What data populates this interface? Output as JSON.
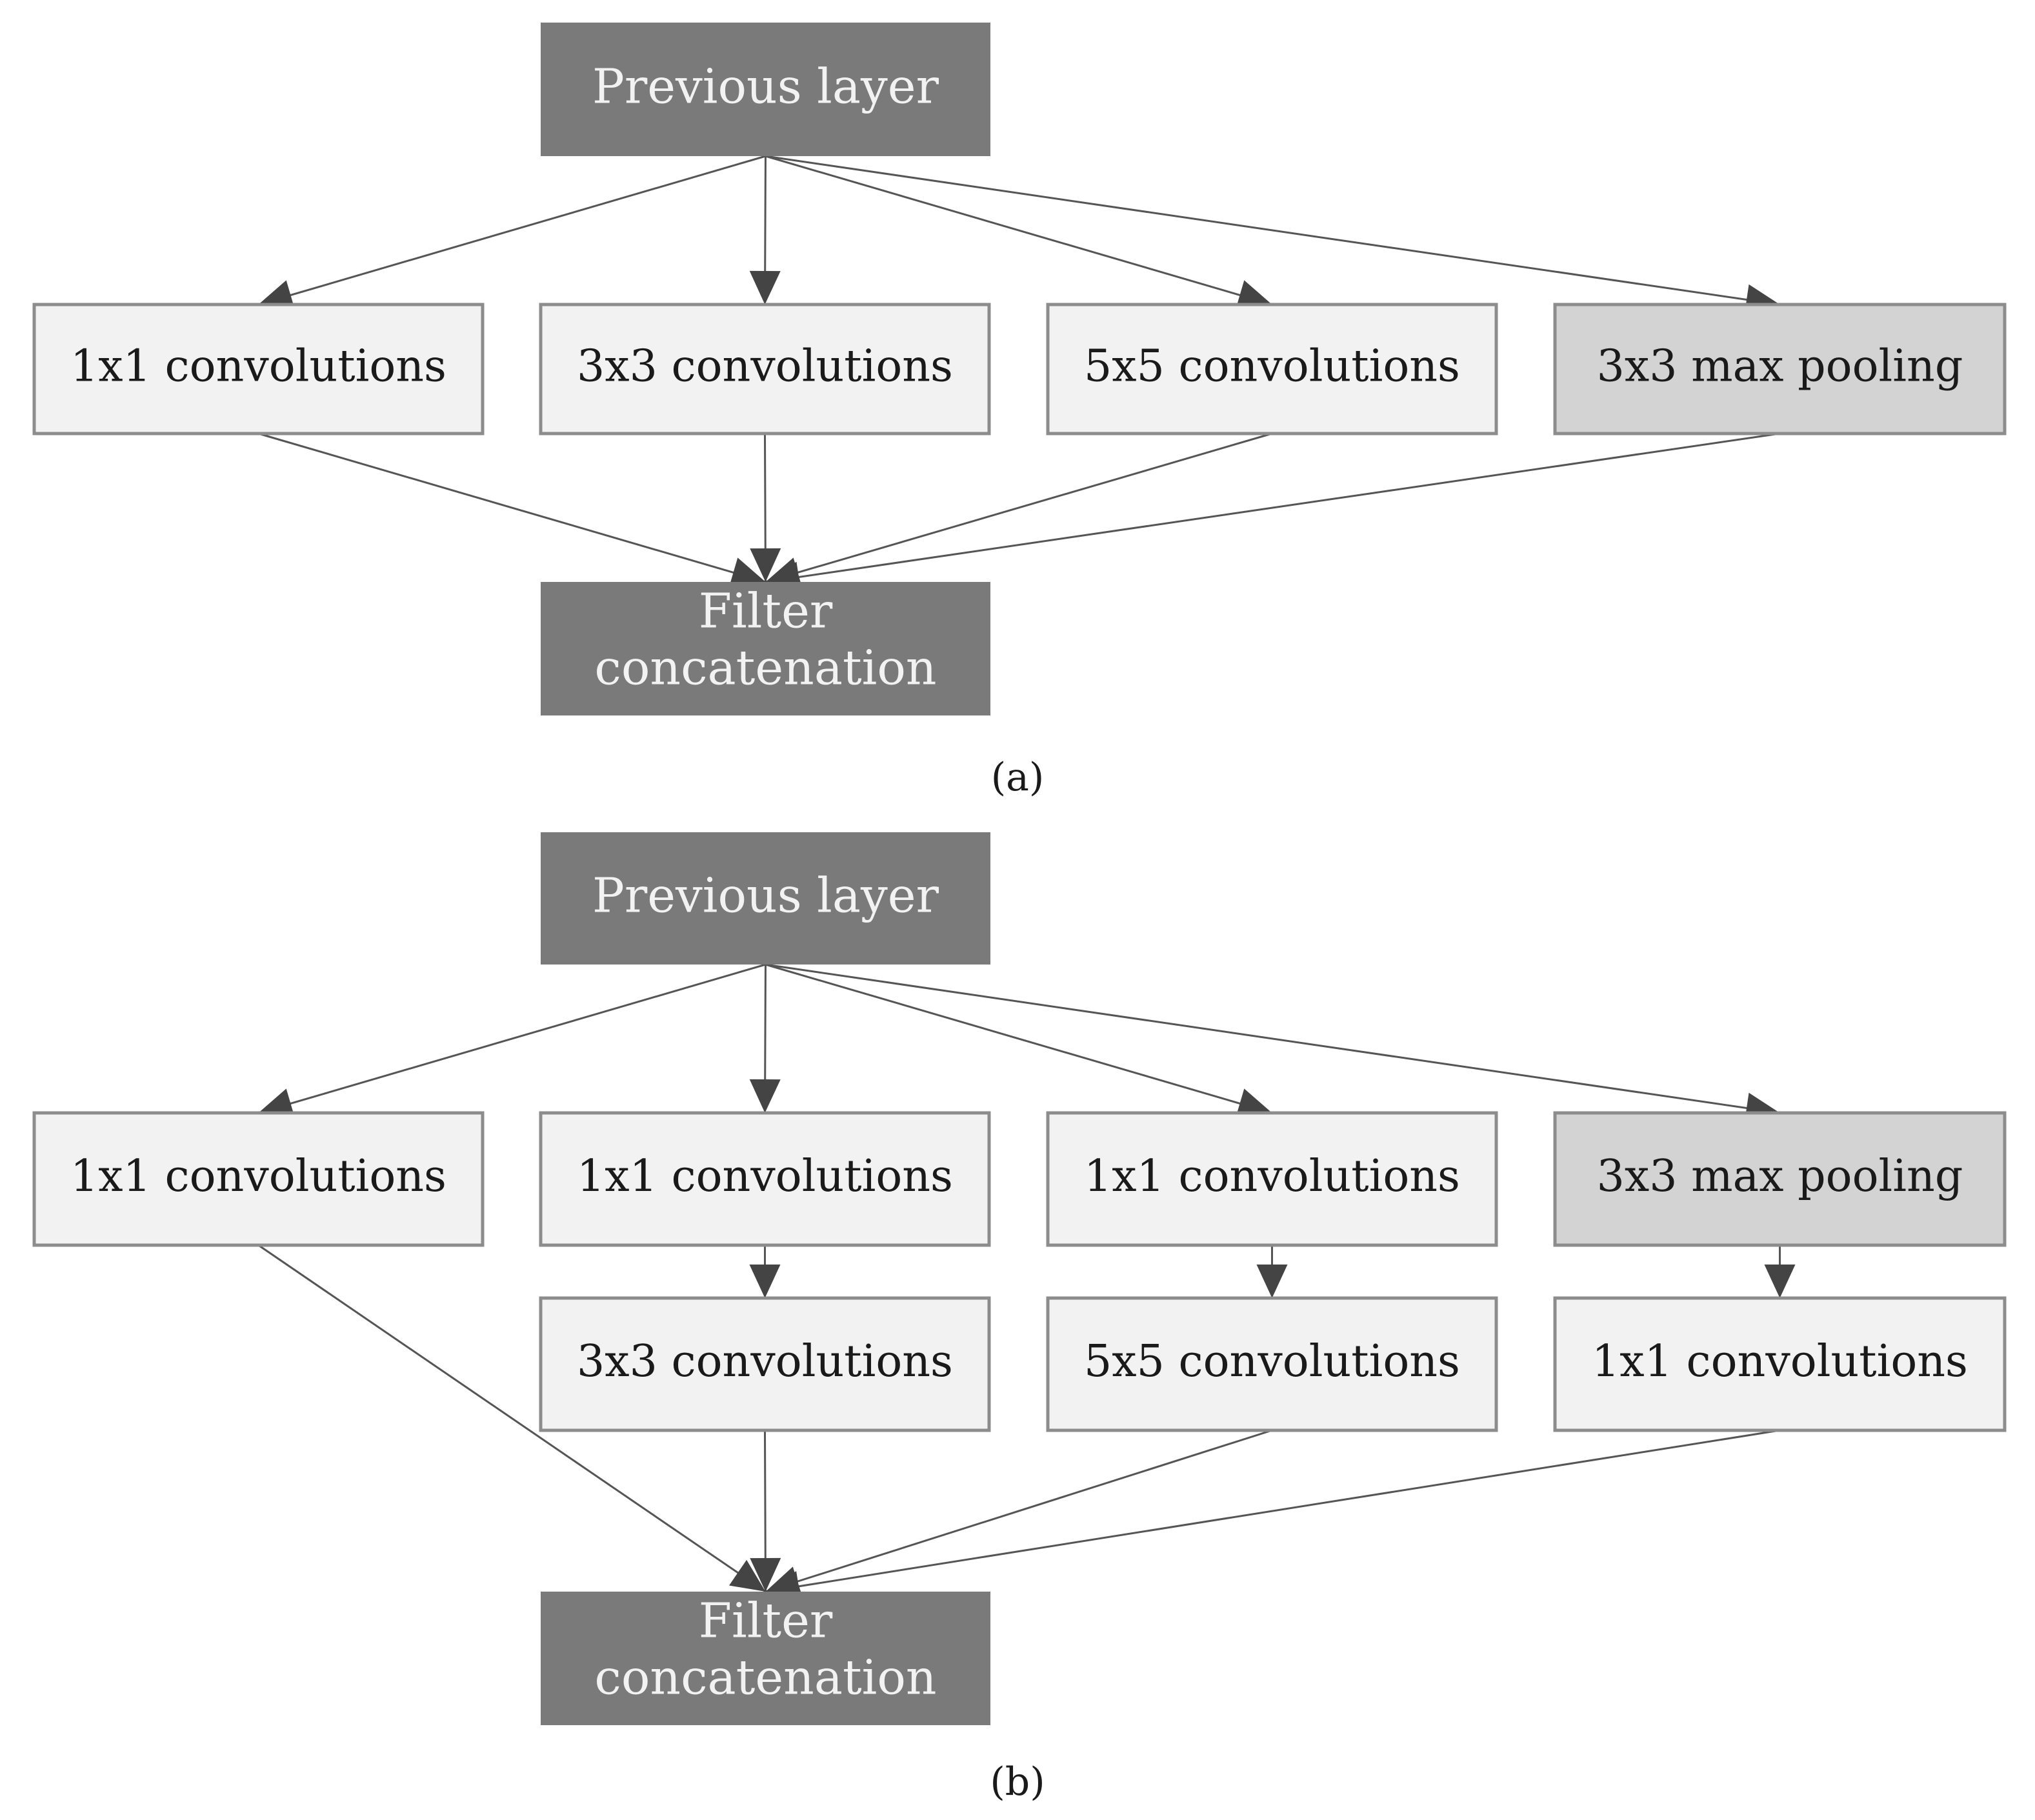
{
  "panels": [
    {
      "caption": "(a)",
      "nodes": [
        {
          "id": "prev",
          "text": "Previous layer"
        },
        {
          "id": "c1",
          "text": "1x1 convolutions"
        },
        {
          "id": "c3",
          "text": "3x3 convolutions"
        },
        {
          "id": "c5",
          "text": "5x5 convolutions"
        },
        {
          "id": "mp",
          "text": "3x3 max pooling"
        },
        {
          "id": "cat",
          "text_lines": [
            "Filter",
            "concatenation"
          ]
        }
      ],
      "edges": [
        [
          "prev",
          "c1"
        ],
        [
          "prev",
          "c3"
        ],
        [
          "prev",
          "c5"
        ],
        [
          "prev",
          "mp"
        ],
        [
          "c1",
          "cat"
        ],
        [
          "c3",
          "cat"
        ],
        [
          "c5",
          "cat"
        ],
        [
          "mp",
          "cat"
        ]
      ]
    },
    {
      "caption": "(b)",
      "nodes": [
        {
          "id": "prev",
          "text": "Previous layer"
        },
        {
          "id": "b1",
          "text": "1x1 convolutions"
        },
        {
          "id": "r3",
          "text": "1x1 convolutions"
        },
        {
          "id": "r5",
          "text": "1x1 convolutions"
        },
        {
          "id": "mp",
          "text": "3x3 max pooling"
        },
        {
          "id": "c3",
          "text": "3x3 convolutions"
        },
        {
          "id": "c5",
          "text": "5x5 convolutions"
        },
        {
          "id": "pp",
          "text": "1x1 convolutions"
        },
        {
          "id": "cat",
          "text_lines": [
            "Filter",
            "concatenation"
          ]
        }
      ],
      "edges": [
        [
          "prev",
          "b1"
        ],
        [
          "prev",
          "r3"
        ],
        [
          "prev",
          "r5"
        ],
        [
          "prev",
          "mp"
        ],
        [
          "r3",
          "c3"
        ],
        [
          "r5",
          "c5"
        ],
        [
          "mp",
          "pp"
        ],
        [
          "b1",
          "cat"
        ],
        [
          "c3",
          "cat"
        ],
        [
          "c5",
          "cat"
        ],
        [
          "pp",
          "cat"
        ]
      ]
    }
  ],
  "colors": {
    "dark_box": "#7a7a7a",
    "light_box": "#f2f2f2",
    "pool_box": "#d3d3d3",
    "box_border": "#8c8c8c",
    "edge": "#555555"
  }
}
